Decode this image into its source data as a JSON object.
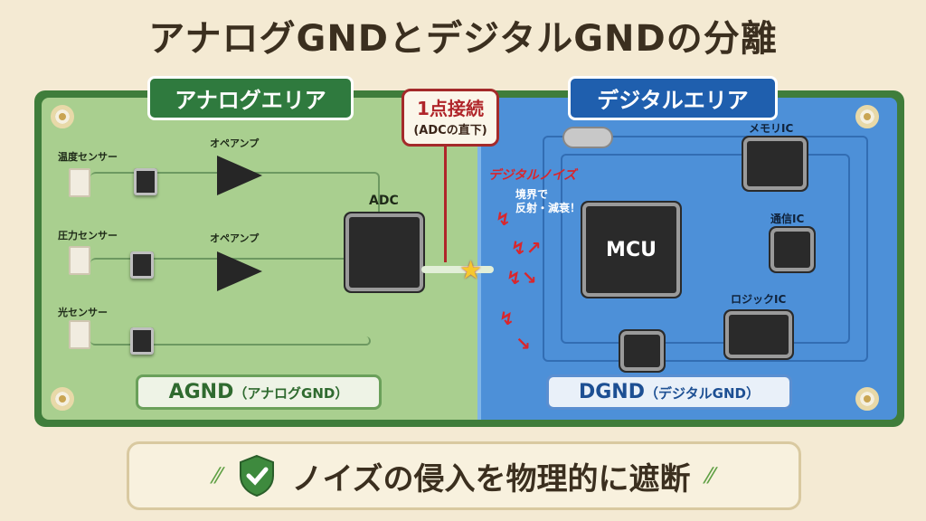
{
  "title": "アナログGNDとデジタルGNDの分離",
  "analog_area": {
    "label": "アナログエリア",
    "sensors": [
      "温度センサー",
      "圧力センサー",
      "光センサー"
    ],
    "opamps": [
      "オペアンプ",
      "オペアンプ"
    ],
    "adc": "ADC",
    "gnd_main": "AGND",
    "gnd_sub": "（アナログGND）"
  },
  "callout": {
    "line1": "1点接続",
    "line2": "(ADCの直下)"
  },
  "digital_area": {
    "label": "デジタルエリア",
    "noise": "デジタルノイズ",
    "noise_note_1": "境界で",
    "noise_note_2": "反射・減衰！",
    "mcu": "MCU",
    "memory": "メモリIC",
    "comm": "通信IC",
    "logic": "ロジックIC",
    "gnd_main": "DGND",
    "gnd_sub": "（デジタルGND）"
  },
  "banner": {
    "text": "ノイズの侵入を物理的に遮断"
  },
  "colors": {
    "analog": "#2f7a3e",
    "digital": "#1f5fae",
    "accent": "#b0252a"
  }
}
